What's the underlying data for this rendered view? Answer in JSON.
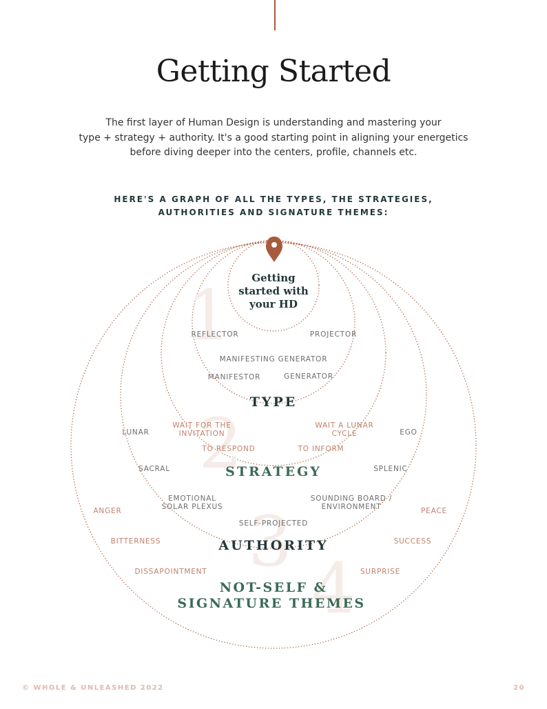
{
  "page": {
    "title": "Getting Started",
    "intro_lines": [
      "The first layer of Human Design is understanding and mastering your",
      "type + strategy + authority. It's a good starting point in aligning your energetics",
      "before diving deeper into the centers, profile, channels etc."
    ],
    "graph_heading_lines": [
      "HERE'S A GRAPH OF ALL THE TYPES, THE STRATEGIES,",
      "AUTHORITIES AND SIGNATURE THEMES:"
    ]
  },
  "graph": {
    "center_lines": [
      "Getting",
      "started with",
      "your HD"
    ],
    "numbers": [
      "1",
      "2",
      "3",
      "4"
    ],
    "type": {
      "title": "TYPE",
      "reflector": "REFLECTOR",
      "projector": "PROJECTOR",
      "manifesting_generator": "MANIFESTING GENERATOR",
      "manifestor": "MANIFESTOR",
      "generator": "GENERATOR"
    },
    "strategy": {
      "title": "STRATEGY",
      "wait_invitation_lines": [
        "WAIT FOR THE",
        "INVITATION"
      ],
      "wait_lunar_lines": [
        "WAIT A LUNAR",
        "CYCLE"
      ],
      "to_respond": "TO RESPOND",
      "to_inform": "TO INFORM"
    },
    "authority": {
      "title": "AUTHORITY",
      "lunar": "LUNAR",
      "ego": "EGO",
      "sacral": "SACRAL",
      "splenic": "SPLENIC",
      "emotional_lines": [
        "EMOTIONAL",
        "SOLAR PLEXUS"
      ],
      "sounding_lines": [
        "SOUNDING BOARD /",
        "ENVIRONMENT"
      ],
      "self_projected": "SELF-PROJECTED"
    },
    "themes": {
      "title_lines": [
        "NOT-SELF &",
        "SIGNATURE THEMES"
      ],
      "anger": "ANGER",
      "peace": "PEACE",
      "bitterness": "BITTERNESS",
      "success": "SUCCESS",
      "disappointment": "DISSAPOINTMENT",
      "surprise": "SURPRISE"
    }
  },
  "footer": {
    "copyright": "© WHOLE & UNLEASHED 2022",
    "page_number": "20"
  },
  "colors": {
    "accent": "#a85a3c",
    "label_gray": "#6d6d6d",
    "label_terracotta": "#c0806a",
    "dark_green": "#24373a",
    "mid_green": "#3b6a58",
    "faded_number": "#f5ebe7"
  }
}
